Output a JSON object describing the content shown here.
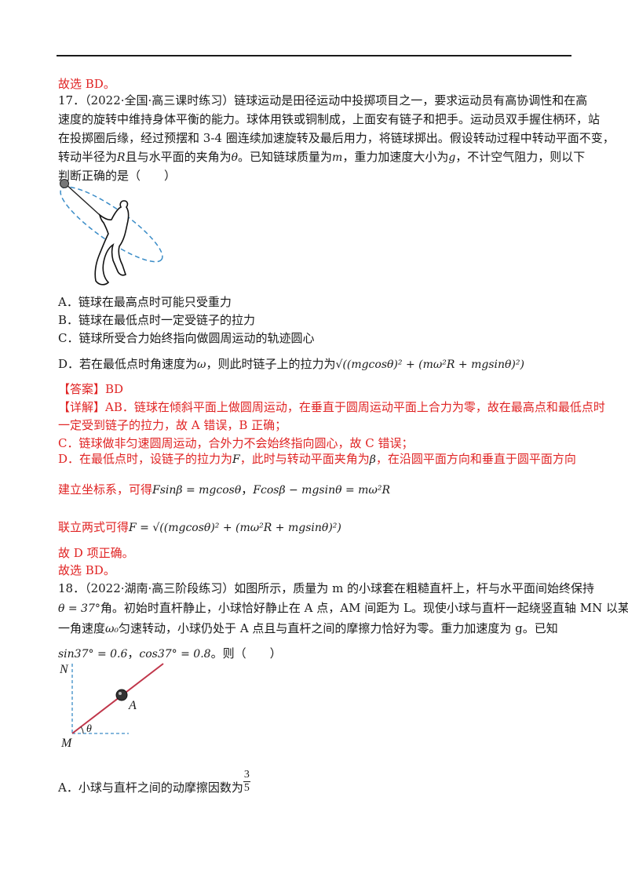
{
  "prev_conclusion": "故选 BD。",
  "q17": {
    "line1": "17．（2022·全国·高三课时练习）链球运动是田径运动中投掷项目之一，要求运动员有高协调性和在高",
    "line2": "速度的旋转中维持身体平衡的能力。球体用铁或铜制成，上面安有链子和把手。运动员双手握住柄环，站",
    "line3": "在投掷圈后缘，经过预摆和 3-4 圈连续加速旋转及最后用力，将链球掷出。假设转动过程中转动平面不变，",
    "line4_a": "转动半径为",
    "sym_R": "R",
    "line4_b": "且与水平面的夹角为",
    "sym_theta": "θ",
    "line4_c": "。已知链球质量为",
    "sym_m": "m",
    "line4_d": "，重力加速度大小为",
    "sym_g": "g",
    "line4_e": "，不计空气阻力，则以下",
    "line5": "判断正确的是（　　）",
    "option_a": "A．链球在最高点时可能只受重力",
    "option_b": "B．链球在最低点时一定受链子的拉力",
    "option_c": "C．链球所受合力始终指向做圆周运动的轨迹圆心",
    "option_d_a": "D．若在最低点时角速度为",
    "sym_omega": "ω",
    "option_d_b": "，则此时链子上的拉力为",
    "formula_d": "√((mgcosθ)² + (mω²R + mgsinθ)²)",
    "answer": "【答案】BD",
    "detail1": "【详解】AB．链球在倾斜平面上做圆周运动，在垂直于圆周运动平面上合力为零，故在最高点和最低点时",
    "detail2": "一定受到链子的拉力，故 A 错误，B 正确；",
    "detail3": "C．链球做非匀速圆周运动，合外力不会始终指向圆心，故 C 错误；",
    "detail4_a": "D．在最低点时，设链子的拉力为",
    "sym_F": "F",
    "detail4_b": "，此时与转动平面夹角为",
    "sym_beta": "β",
    "detail4_c": "，在沿圆平面方向和垂直于圆平面方向",
    "detail5_a": "建立坐标系，可得",
    "eq1": "Fsinβ = mgcosθ",
    "sep": "，",
    "eq2": "Fcosβ − mgsinθ = mω²R",
    "detail6_a": "联立两式可得",
    "eq3": "F = √((mgcosθ)² + (mω²R + mgsinθ)²)",
    "detail7": "故 D 项正确。",
    "conclusion": "故选 BD。"
  },
  "q18": {
    "line1": "18．（2022·湖南·高三阶段练习）如图所示，质量为 m 的小球套在粗糙直杆上，杆与水平面间始终保持",
    "line2_eq": "θ = 37°",
    "line2_b": "角。初始时直杆静止，小球恰好静止在 A 点，AM 间距为 L。现使小球与直杆一起绕竖直轴 MN 以某",
    "line3_a": "一角速度",
    "sym_omega0": "ω₀",
    "line3_b": "匀速转动，小球仍处于 A 点且与直杆之间的摩擦力恰好为零。重力加速度为 g。已知",
    "sin_given": "sin37° = 0.6",
    "sep": "，",
    "cos_given": "cos37° = 0.8",
    "line4_b": "。则（　　）",
    "fig_N": "N",
    "fig_A": "A",
    "fig_M": "M",
    "fig_theta": "θ",
    "option_a": "A．小球与直杆之间的动摩擦因数为",
    "frac_num": "3",
    "frac_den": "5"
  },
  "colors": {
    "red": "#e02424",
    "text": "#1a1a1a",
    "rod": "#c0364a",
    "dash": "#3a8cc7"
  }
}
